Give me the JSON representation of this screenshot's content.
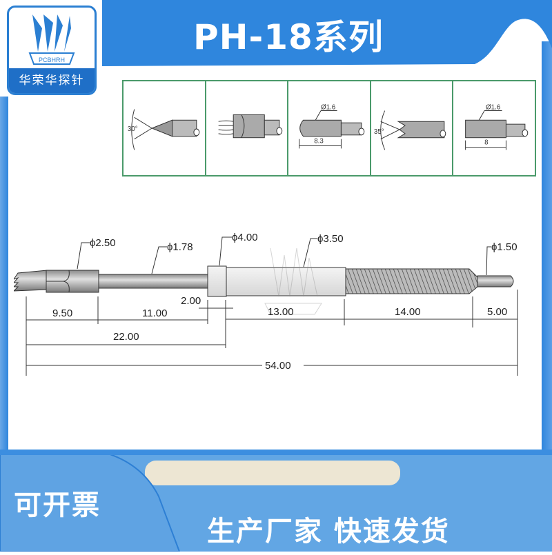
{
  "brand": {
    "name": "华荣华探针",
    "logo_text": "PCBHRH"
  },
  "header": {
    "title": "PH-18系列"
  },
  "tip_styles": [
    {
      "type": "pointed-cone",
      "angle_label": "30°"
    },
    {
      "type": "crown-serrated"
    },
    {
      "type": "rounded-flat",
      "diameter_label": "Ø1.6",
      "length_label": "8.3"
    },
    {
      "type": "concave-vee",
      "angle_label": "35°"
    },
    {
      "type": "flat-shoulder",
      "diameter_label": "Ø1.6",
      "length_label": "8"
    }
  ],
  "drawing": {
    "diameters": {
      "tip": "ϕ2.50",
      "plunger": "ϕ1.78",
      "collar": "ϕ4.00",
      "barrel": "ϕ3.50",
      "tail": "ϕ1.50"
    },
    "dimensions": {
      "tip_len": "9.50",
      "plunger_len": "11.00",
      "collar_len": "2.00",
      "barrel_len": "13.00",
      "thread_len": "14.00",
      "tail_len": "5.00",
      "to_collar": "22.00",
      "overall": "54.00"
    }
  },
  "footer": {
    "invoice": "可开票",
    "slogan": "生产厂家  快速发货"
  },
  "colors": {
    "brand_blue": "#2f86dd",
    "footer_blue": "#62a6e4",
    "frame_green": "#4a9a6a"
  }
}
